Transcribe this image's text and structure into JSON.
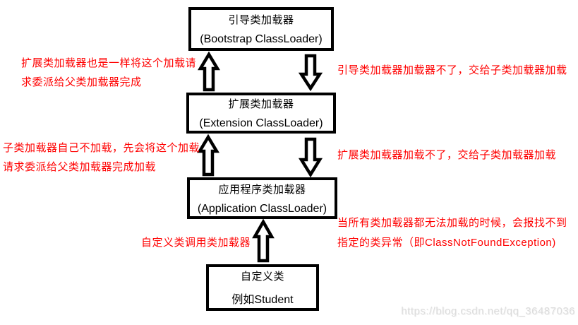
{
  "diagram": {
    "boxes": {
      "bootstrap": {
        "title": "引导类加载器",
        "subtitle": "(Bootstrap ClassLoader)"
      },
      "extension": {
        "title": "扩展类加载器",
        "subtitle": "(Extension ClassLoader)"
      },
      "application": {
        "title": "应用程序类加载器",
        "subtitle": "(Application ClassLoader)"
      },
      "custom": {
        "title": "自定义类",
        "subtitle": "例如Student"
      }
    },
    "annotations": {
      "ext_delegates": {
        "line1": "扩展类加载器也是一样将这个加载请",
        "line2": "求委派给父类加载器完成"
      },
      "bootstrap_cannot": {
        "line1": "引导类加载器加载器不了，交给子类加载器加载"
      },
      "child_delegates": {
        "line1": "子类加载器自己不加载，先会将这个加载",
        "line2": "请求委派给父类加载器完成加载"
      },
      "extension_cannot": {
        "line1": "扩展类加载器加载不了，交给子类加载器加载"
      },
      "all_fail": {
        "line1": "当所有类加载器都无法加载的时候，会报找不到",
        "line2": "指定的类异常（即ClassNotFoundException)"
      },
      "custom_invokes": {
        "line1": "自定义类调用类加载器"
      }
    },
    "colors": {
      "annotation_red": "#ff0000",
      "box_border": "#000000",
      "background": "#ffffff",
      "watermark_gray": "#dcdcdc"
    },
    "watermark": {
      "text": "https://blog.csdn.net/qq_36487036"
    }
  }
}
